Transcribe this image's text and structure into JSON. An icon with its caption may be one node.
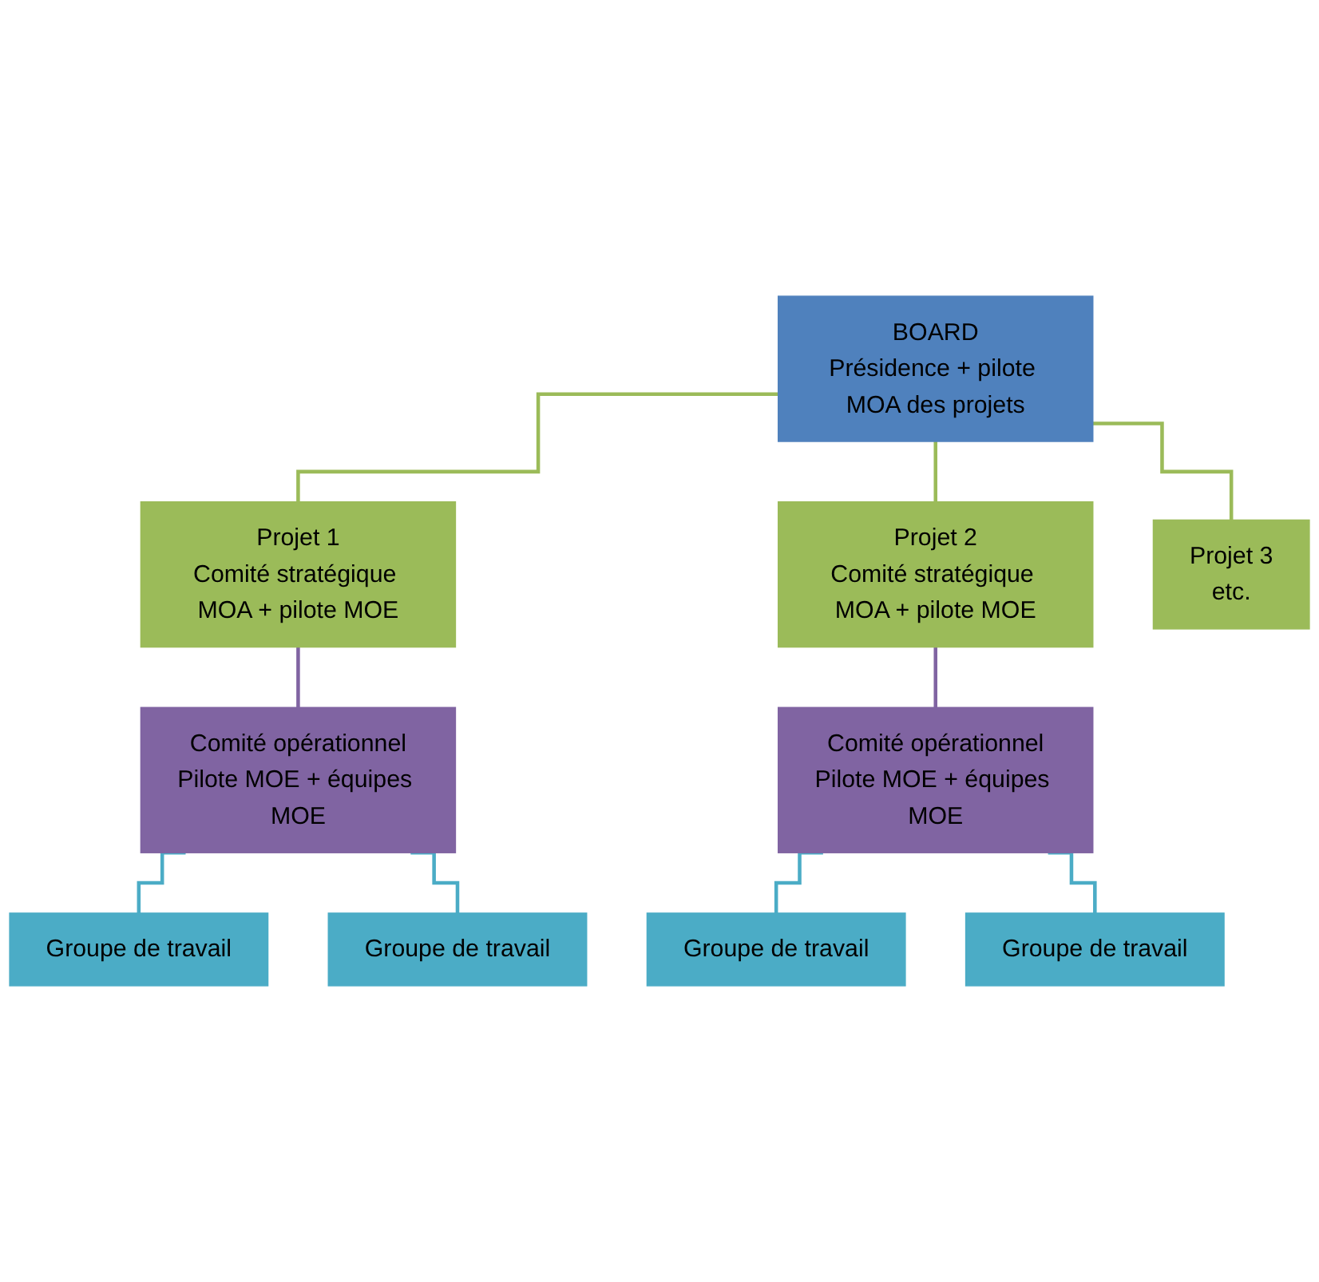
{
  "diagram": {
    "nodes": [
      {
        "text": [
          "BOARD",
          "Présidence + pilote MOA des projets"
        ]
      },
      {
        "text": [
          "Projet 1",
          "Comité stratégique MOA + pilote MOE"
        ]
      },
      {
        "text": [
          "Projet 2",
          "Comité stratégique MOA + pilote MOE"
        ]
      },
      {
        "text": [
          "Projet 3",
          "etc."
        ]
      },
      {
        "text": [
          "Comité opérationnel",
          "Pilote MOE + équipes MOE"
        ]
      },
      {
        "text": [
          "Comité opérationnel",
          "Pilote MOE + équipes MOE"
        ]
      },
      {
        "text": [
          "Groupe de travail"
        ]
      },
      {
        "text": [
          "Groupe de travail"
        ]
      },
      {
        "text": [
          "Groupe de travail"
        ]
      },
      {
        "text": [
          "Groupe de travail"
        ]
      }
    ],
    "edges": [
      {
        "from": 0,
        "to": 1,
        "arrow": "none",
        "color": "#9bbb59"
      },
      {
        "from": 0,
        "to": 2,
        "arrow": "none",
        "color": "#9bbb59"
      },
      {
        "from": 0,
        "to": 3,
        "arrow": "none",
        "color": "#9bbb59"
      },
      {
        "from": 1,
        "to": 4,
        "arrow": "none",
        "color": "#8064a2"
      },
      {
        "from": 2,
        "to": 5,
        "arrow": "none",
        "color": "#8064a2"
      },
      {
        "from": 4,
        "to": 6,
        "arrow": "none",
        "color": "#4bacc6"
      },
      {
        "from": 4,
        "to": 7,
        "arrow": "none",
        "color": "#4bacc6"
      },
      {
        "from": 5,
        "to": 8,
        "arrow": "none",
        "color": "#4bacc6"
      },
      {
        "from": 5,
        "to": 9,
        "arrow": "none",
        "color": "#4bacc6"
      }
    ]
  }
}
